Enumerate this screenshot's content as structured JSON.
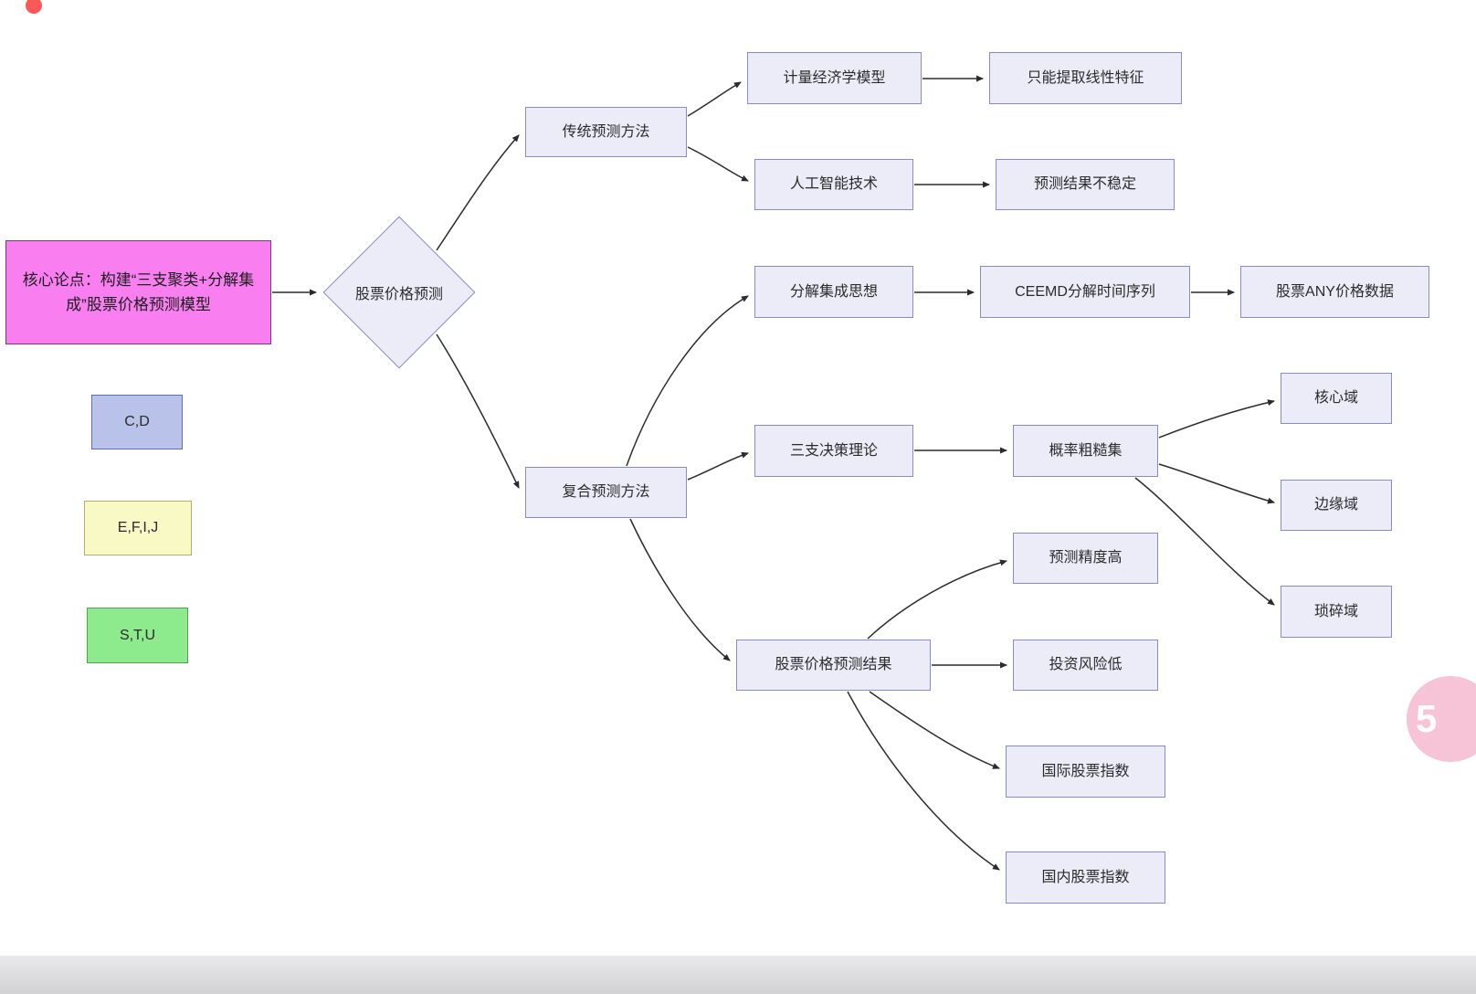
{
  "canvas": {
    "background": "#ffffff",
    "node_fill": "#ececf9",
    "node_border": "#8a8ac4",
    "connector_color": "#2b2b2b",
    "bottom_strip_color": "#d2d2d5"
  },
  "core_node": {
    "label": "核心论点：构建“三支聚类+分解集成”股票价格预测模型",
    "fill": "#f97ef0"
  },
  "decision_node": {
    "label": "股票价格预测",
    "shape": "diamond"
  },
  "legend": {
    "cd": {
      "label": "C,D",
      "fill": "#b9c3ea"
    },
    "efij": {
      "label": "E,F,I,J",
      "fill": "#f9f9c6"
    },
    "stu": {
      "label": "S,T,U",
      "fill": "#8dea8d"
    }
  },
  "nodes": {
    "traditional": {
      "label": "传统预测方法"
    },
    "econometric": {
      "label": "计量经济学模型"
    },
    "linear_only": {
      "label": "只能提取线性特征"
    },
    "ai_tech": {
      "label": "人工智能技术"
    },
    "unstable": {
      "label": "预测结果不稳定"
    },
    "composite": {
      "label": "复合预测方法"
    },
    "decomposition": {
      "label": "分解集成思想"
    },
    "ceemd": {
      "label": "CEEMD分解时间序列"
    },
    "any_data": {
      "label": "股票ANY价格数据"
    },
    "three_way": {
      "label": "三支决策理论"
    },
    "prob_rough": {
      "label": "概率粗糙集"
    },
    "core_domain": {
      "label": "核心域"
    },
    "boundary_domain": {
      "label": "边缘域"
    },
    "trivial_domain": {
      "label": "琐碎域"
    },
    "high_accuracy": {
      "label": "预测精度高"
    },
    "result": {
      "label": "股票价格预测结果"
    },
    "low_risk": {
      "label": "投资风险低"
    },
    "intl_index": {
      "label": "国际股票指数"
    },
    "domestic_index": {
      "label": "国内股票指数"
    }
  },
  "badge": {
    "label": "5",
    "color": "#f7c3d6"
  }
}
